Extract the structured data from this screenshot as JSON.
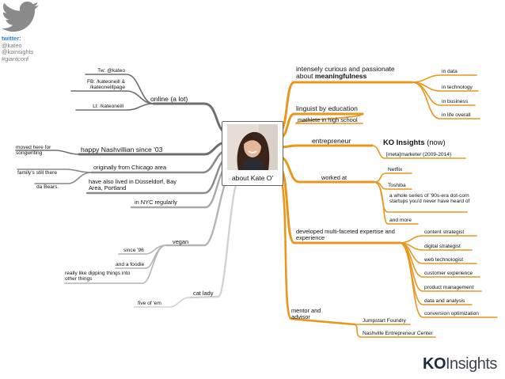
{
  "twitter": {
    "header": "twitter:",
    "handles": [
      "@kateo",
      "@koinsights",
      "#giantconf"
    ],
    "icon": "twitter-bird-icon"
  },
  "center": {
    "label": "about Kate O'"
  },
  "left": {
    "online": {
      "label": "online (a lot)",
      "children": [
        "Tw: @kateo",
        "FB: /kateoneill & /kateoneillpage",
        "LI: /kateoneill"
      ]
    },
    "nashville": {
      "label": "happy Nashvillian since '03",
      "children": [
        "moved here for songwriting"
      ]
    },
    "chicago": {
      "label": "originally from Chicago area",
      "children": [
        "family's still there",
        "da Bears."
      ]
    },
    "lived": {
      "label": "have also lived in Düsseldorf, Bay Area, Portland"
    },
    "nyc": {
      "label": "in NYC regularly"
    },
    "vegan": {
      "label": "vegan",
      "children": [
        "since '96",
        "and a foodie",
        "really like dipping things into other things"
      ]
    },
    "catlady": {
      "label": "cat lady",
      "children": [
        "five of 'em"
      ]
    }
  },
  "right": {
    "curious": {
      "label_line1": "intensely curious and passionate",
      "label_line2_prefix": "about ",
      "label_line2_bold": "meaningfulness",
      "children": [
        "in data",
        "in technology",
        "in business",
        "in life overall"
      ]
    },
    "linguist": {
      "label": "linguist by education",
      "children": [
        "mathlete in high school"
      ]
    },
    "entrepreneur": {
      "label": "entrepreneur",
      "company_bold": "KO Insights",
      "company_suffix": " (now)",
      "children": [
        "[meta]marketer (2009-2014)"
      ]
    },
    "worked": {
      "label": "worked at",
      "children": [
        "Netflix",
        "Toshiba",
        "a whole series of '90s-era dot-com startups you'd never have heard of",
        "and more"
      ]
    },
    "expertise": {
      "label": "developed multi-faceted expertise and experience",
      "children": [
        "content strategist",
        "digital strategist",
        "web technologist",
        "customer experience",
        "product management",
        "data and analysis",
        "conversion optimization"
      ]
    },
    "mentor": {
      "label": "mentor and advisor",
      "children": [
        "Jumpstart Foundry",
        "Nashville Entrepreneur Center"
      ]
    }
  },
  "logo": {
    "ko": "KO",
    "insights": "Insights"
  },
  "colors": {
    "orange": "#e8961e",
    "gray_dark": "#6e6e6e",
    "gray_light": "#c8c8c8"
  }
}
